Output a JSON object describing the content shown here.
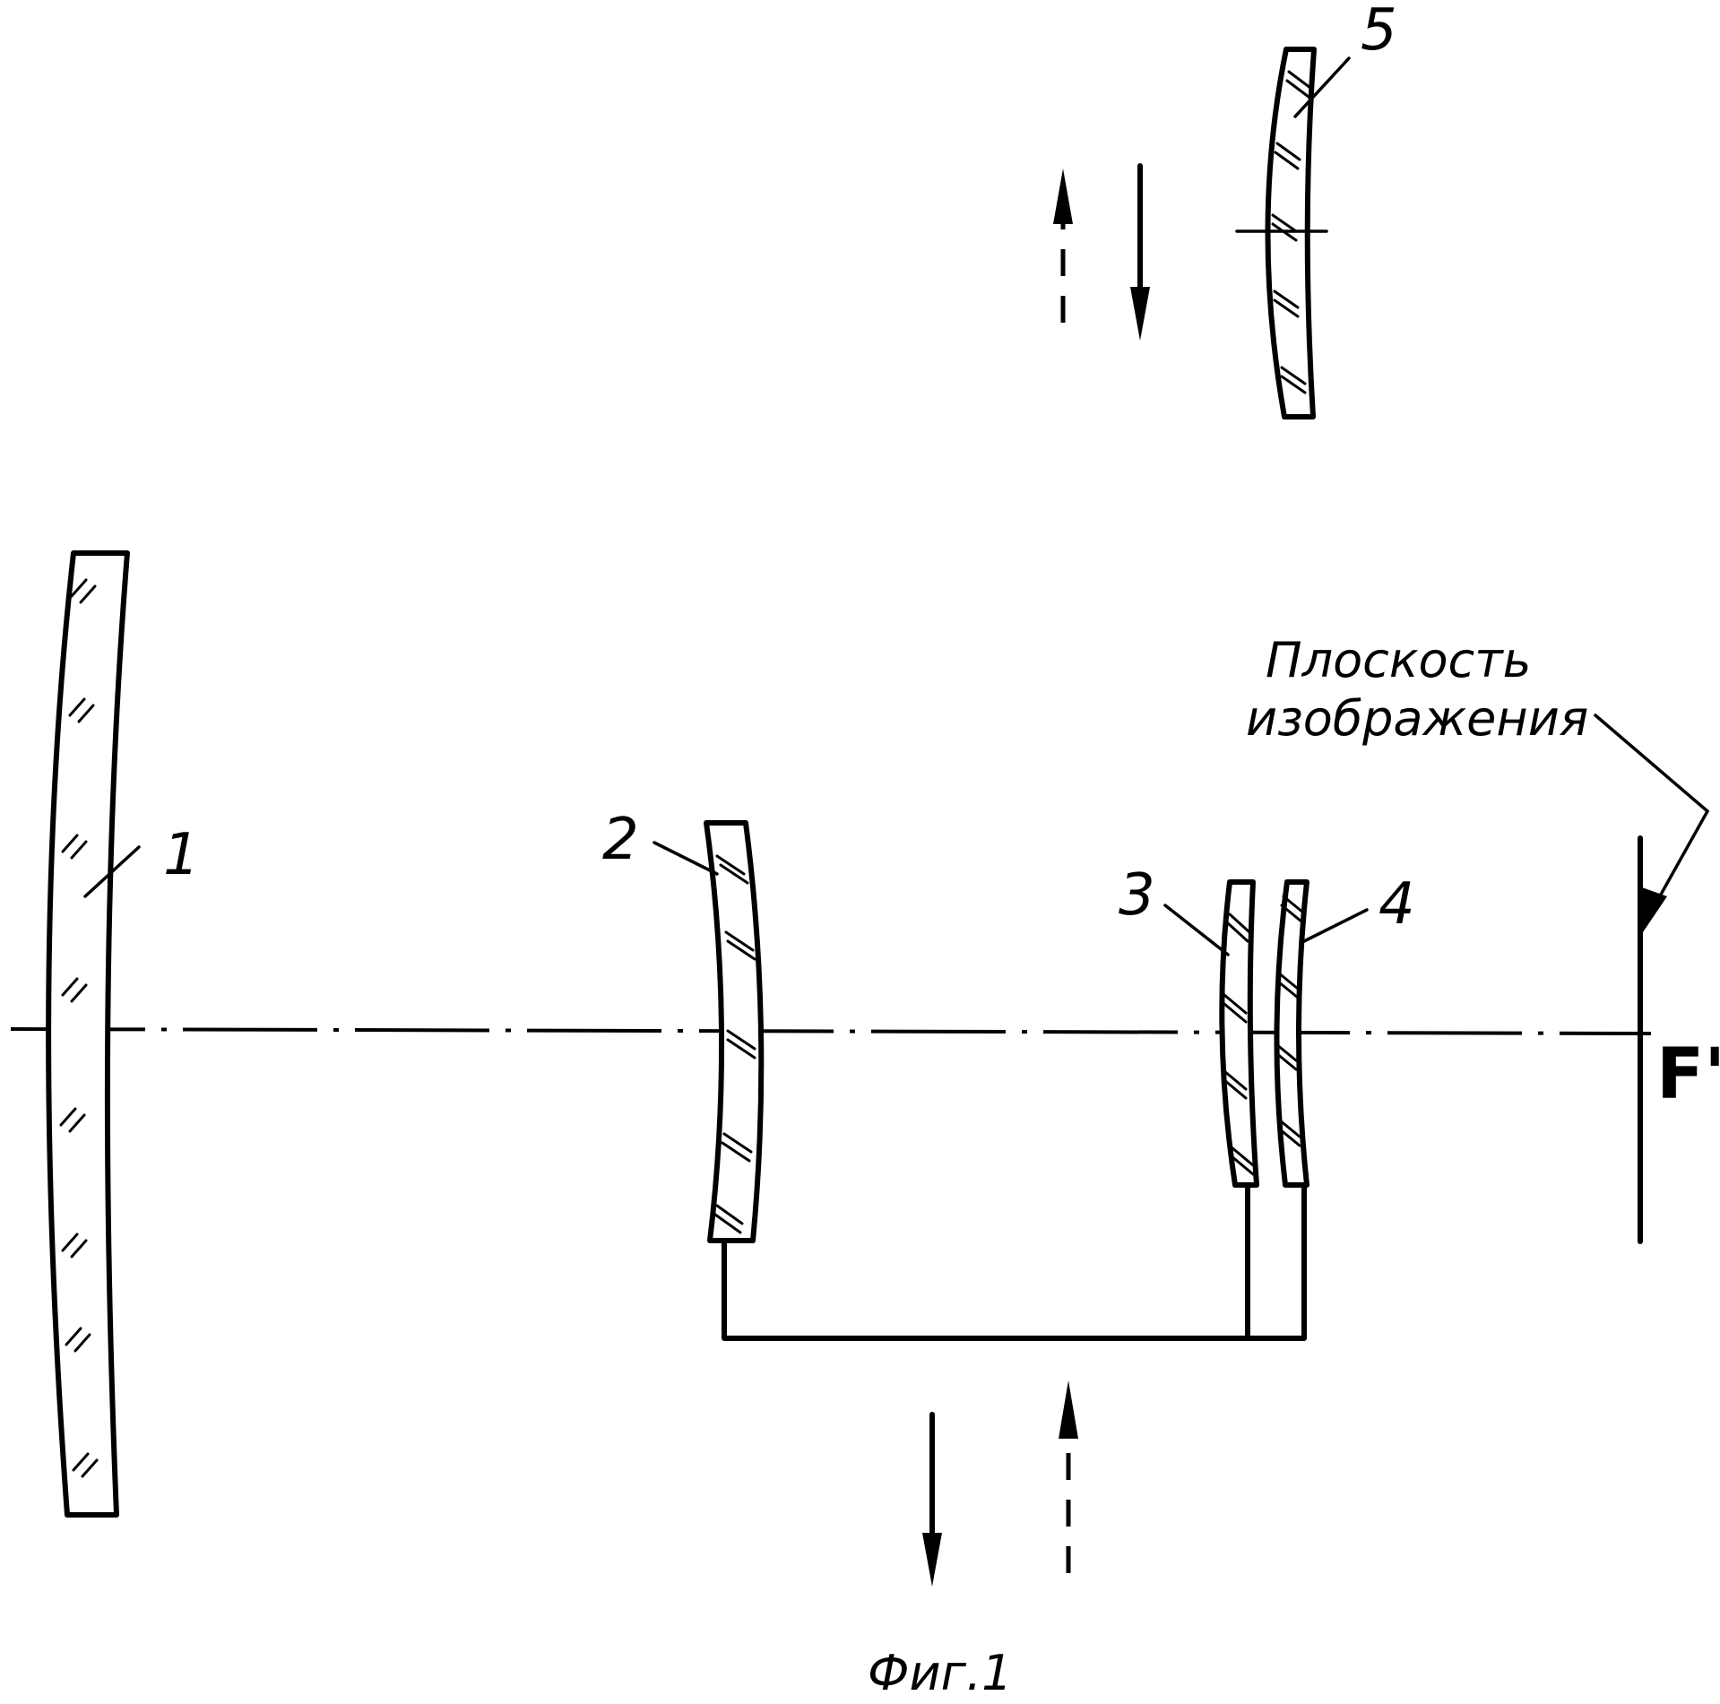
{
  "labels": {
    "lens_1": "1",
    "lens_2": "2",
    "lens_3": "3",
    "lens_4": "4",
    "lens_5": "5",
    "focal_point": "F'",
    "image_plane_line1": "Плоскость",
    "image_plane_line2": "изображения",
    "figure_caption": "Фиг.1"
  }
}
